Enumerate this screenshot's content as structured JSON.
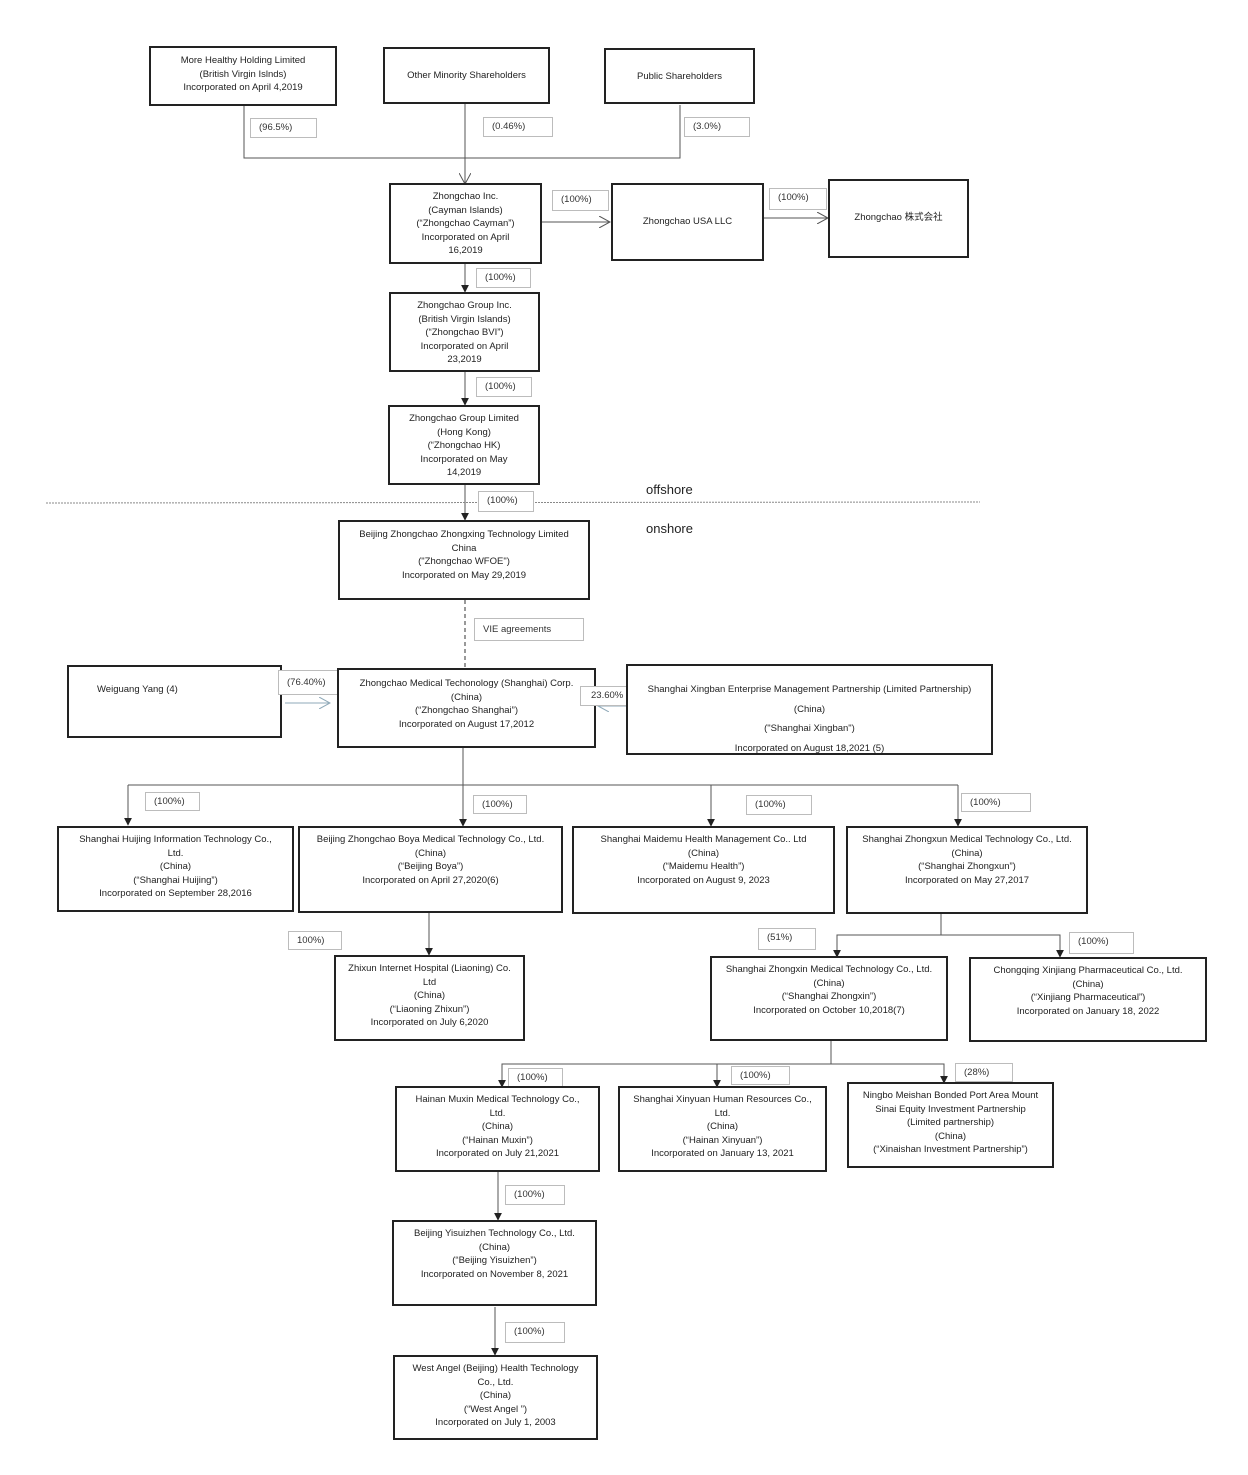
{
  "title": "Corporate structure chart",
  "zones": {
    "offshore": "offshore",
    "onshore": "onshore"
  },
  "entities": {
    "more_healthy": [
      "More Healthy Holding Limited",
      "(British Virgin Islnds)",
      "Incorporated on April 4,2019"
    ],
    "other_minority": [
      "Other Minority Shareholders"
    ],
    "public": [
      "Public Shareholders"
    ],
    "cayman": [
      "Zhongchao Inc.",
      "(Cayman Islands)",
      "(“Zhongchao Cayman”)",
      "Incorporated on April",
      "16,2019"
    ],
    "usa": [
      "Zhongchao USA LLC"
    ],
    "japan": [
      "Zhongchao 株式会社"
    ],
    "bvi": [
      "Zhongchao Group Inc.",
      "(British Virgin Islands)",
      "(“Zhongchao BVI”)",
      "Incorporated on April",
      "23,2019"
    ],
    "hk": [
      "Zhongchao Group Limited",
      "(Hong Kong)",
      "(“Zhongchao HK)",
      "Incorporated on May",
      "14,2019"
    ],
    "wfoe": [
      "Beijing Zhongchao Zhongxing Technology Limited",
      "China",
      "(\"Zhongchao WFOE\")",
      "Incorporated on May 29,2019"
    ],
    "weiguang": [
      "Weiguang Yang (4)"
    ],
    "shanghai": [
      "Zhongchao Medical Techonology (Shanghai) Corp.",
      "(China)",
      "(“Zhongchao Shanghai”)",
      "Incorporated on August 17,2012"
    ],
    "xingban": [
      "Shanghai Xingban Enterprise Management Partnership (Limited Partnership)",
      "(China)",
      "(\"Shanghai Xingban\")",
      "Incorporated on August 18,2021 (5)"
    ],
    "huijing": [
      "Shanghai Huijing Information Technology Co.,",
      "Ltd.",
      "(China)",
      "(“Shanghai Huijing”)",
      "Incorporated on September 28,2016"
    ],
    "boya": [
      "Beijing Zhongchao Boya Medical Technology Co., Ltd.",
      "(China)",
      "(“Beijing Boya”)",
      "Incorporated on April 27,2020(6)"
    ],
    "maidemu": [
      "Shanghai Maidemu Health Management Co.. Ltd",
      "(China)",
      "(“Maidemu Health”)",
      "Incorporated on August 9, 2023"
    ],
    "zhongxun": [
      "Shanghai Zhongxun Medical Technology Co., Ltd.",
      "(China)",
      "(“Shanghai Zhongxun”)",
      "Incorporated on May 27,2017"
    ],
    "liaoning": [
      "Zhixun Internet Hospital (Liaoning) Co.",
      "Ltd",
      "(China)",
      "(“Liaoning Zhixun”)",
      "Incorporated on July 6,2020"
    ],
    "zhongxin": [
      "Shanghai Zhongxin Medical Technology Co., Ltd.",
      "(China)",
      "(“Shanghai Zhongxin”)",
      "Incorporated on October 10,2018(7)"
    ],
    "chongqing": [
      "Chongqing Xinjiang Pharmaceutical Co., Ltd.",
      "(China)",
      "(“Xinjiang Pharmaceutical”)",
      "Incorporated on January 18, 2022"
    ],
    "hainan": [
      "Hainan Muxin  Medical Technology Co.,",
      "Ltd.",
      "(China)",
      "(“Hainan Muxin”)",
      "Incorporated on July 21,2021"
    ],
    "xinyuan": [
      "Shanghai Xinyuan Human Resources Co.,",
      "Ltd.",
      "(China)",
      "(“Hainan Xinyuan”)",
      "Incorporated on January 13, 2021"
    ],
    "ningbo": [
      "Ningbo Meishan Bonded Port Area Mount",
      "Sinai Equity Investment Partnership",
      "(Limited partnership)",
      "(China)",
      "(“Xinaishan Investment Partnership”)"
    ],
    "yisuizhen": [
      "Beijing Yisuizhen Technology Co., Ltd.",
      "(China)",
      "(“Beijing Yisuizhen”)",
      "Incorporated on November 8, 2021"
    ],
    "westangel": [
      "West Angel (Beijing) Health Technology",
      "Co., Ltd.",
      "(China)",
      "(“West Angel ”)",
      "Incorporated on July 1, 2003"
    ]
  },
  "labels": {
    "more_healthy_pct": "(96.5%)",
    "other_minority_pct": "(0.46%)",
    "public_pct": "(3.0%)",
    "usa_pct": "(100%)",
    "japan_pct": "(100%)",
    "bvi_pct": "(100%)",
    "hk_pct": "(100%)",
    "wfoe_pct": "(100%)",
    "vie": "VIE agreements",
    "weiguang_pct": "(76.40%)",
    "xingban_pct": "23.60%",
    "huijing_pct": "(100%)",
    "boya_pct": "(100%)",
    "maidemu_pct": "(100%)",
    "zhongxun_pct": "(100%)",
    "liaoning_pct": "100%)",
    "zhongxin_pct": "(51%)",
    "chongqing_pct": "(100%)",
    "hainan_pct": "(100%)",
    "xinyuan_pct": "(100%)",
    "ningbo_pct": "(28%)",
    "yisuizhen_pct": "(100%)",
    "westangel_pct": "(100%)"
  }
}
